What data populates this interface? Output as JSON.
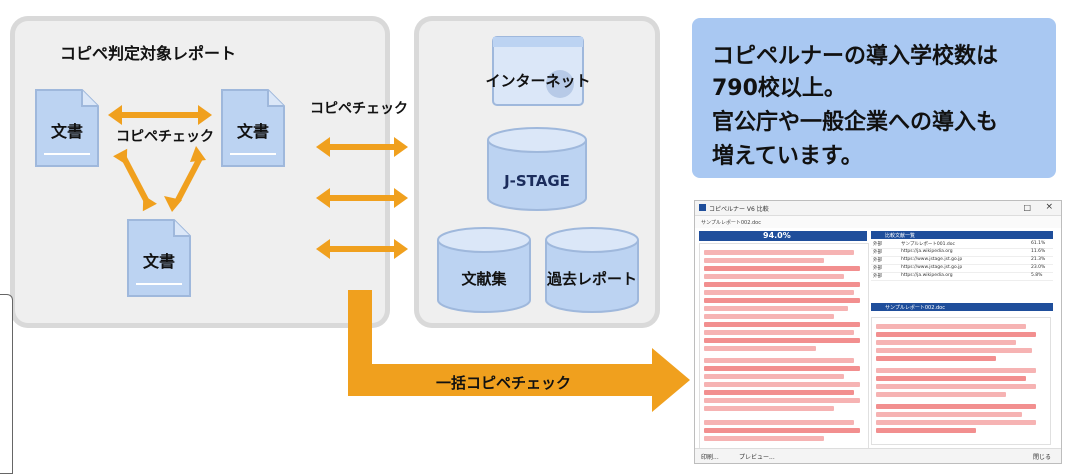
{
  "left_panel": {
    "title": "コピペ判定対象レポート"
  },
  "docs": [
    {
      "label": "文書"
    },
    {
      "label": "文書"
    },
    {
      "label": "文書"
    }
  ],
  "inner_check_label": "コピペチェック",
  "middle_check_label": "コピペチェック",
  "sources": {
    "internet": "インターネット",
    "jstage": "J-STAGE",
    "literature": "文献集",
    "past_reports": "過去レポート"
  },
  "bulk_check_label": "一括コピペチェック",
  "info": {
    "line1": "コピペルナーの導入学校数は",
    "line2": "790校以上。",
    "line3": "官公庁や一般企業への導入も",
    "line4": "増えています。"
  },
  "screenshot": {
    "window_title": "コピペルナー V6 比較",
    "file_name": "サンプルレポート002.doc",
    "score": "94.0%",
    "result_header": "比較文献一覧",
    "doc_header": "サンプルレポート002.doc",
    "footer_print": "印刷...",
    "footer_preview": "プレビュー...",
    "footer_close": "閉じる",
    "rows": [
      {
        "cat": "外部",
        "name": "サンプルレポート001.doc",
        "pct": "61.1%"
      },
      {
        "cat": "外部",
        "name": "https://ja.wikipedia.org",
        "pct": "11.6%"
      },
      {
        "cat": "外部",
        "name": "https://www.jstage.jst.go.jp",
        "pct": "21.3%"
      },
      {
        "cat": "外部",
        "name": "https://www.jstage.jst.go.jp",
        "pct": "23.0%"
      },
      {
        "cat": "外部",
        "name": "https://ja.wikipedia.org",
        "pct": "5.8%"
      }
    ]
  },
  "colors": {
    "arrow": "#f0a01e",
    "doc": "#bcd3f2",
    "panel": "#efefef",
    "info": "#a9c8f2",
    "highlight": "#f6b3b3"
  }
}
